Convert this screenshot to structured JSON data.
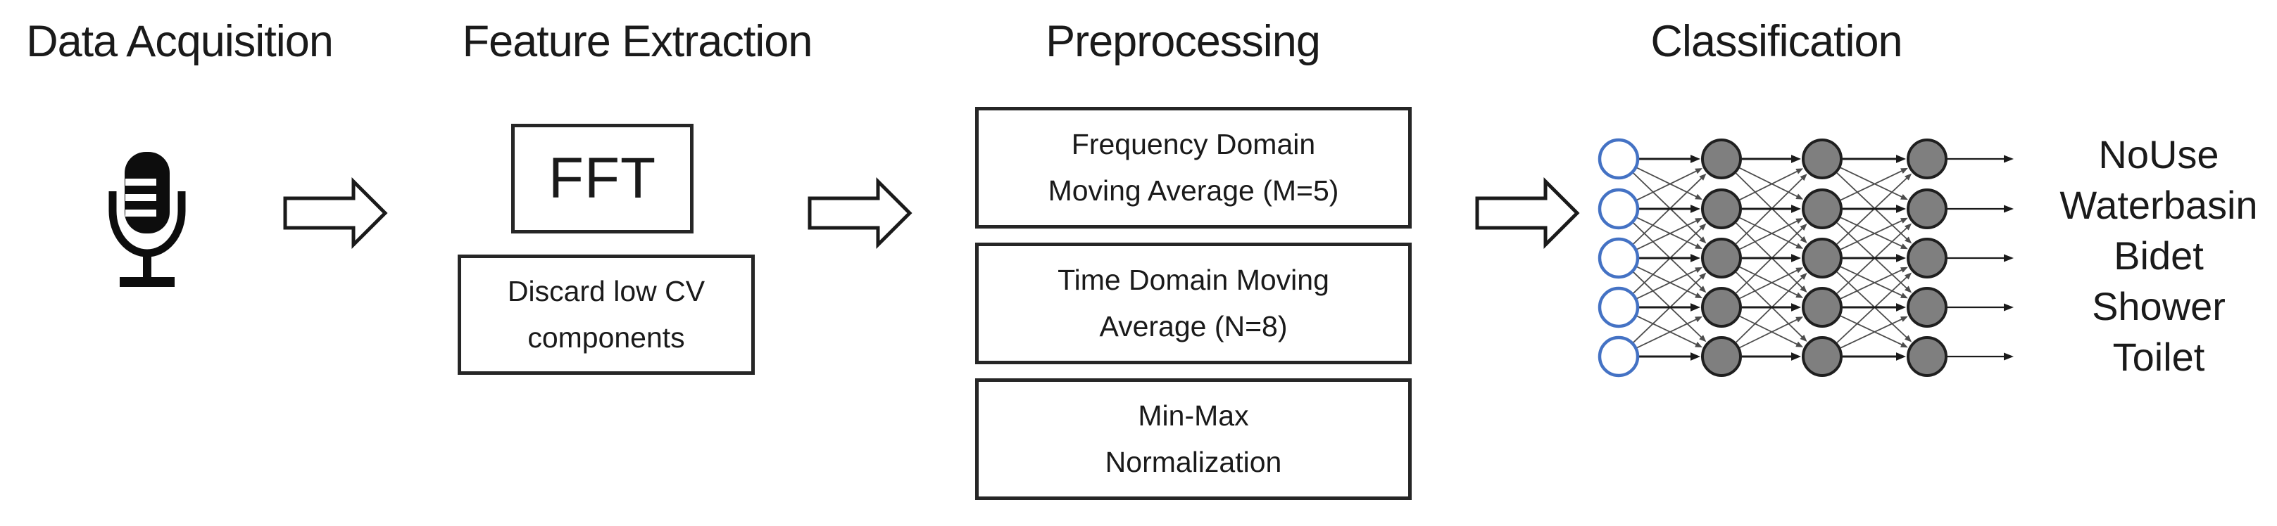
{
  "titles": {
    "data_acquisition": "Data Acquisition",
    "feature_extraction": "Feature Extraction",
    "preprocessing": "Preprocessing",
    "classification": "Classification"
  },
  "feature_extraction": {
    "fft_label": "FFT",
    "discard_line1": "Discard low CV",
    "discard_line2": "components"
  },
  "preprocessing": {
    "box1_line1": "Frequency Domain",
    "box1_line2": "Moving Average (M=5)",
    "box2_line1": "Time Domain Moving",
    "box2_line2": "Average (N=8)",
    "box3_line1": "Min-Max",
    "box3_line2": "Normalization"
  },
  "icons": {
    "microphone": "microphone-icon",
    "flow_arrow": "block-arrow-right-icon"
  },
  "network": {
    "input_nodes": 5,
    "hidden_layers": 3,
    "nodes_per_layer": 5,
    "outputs": [
      "NoUse",
      "Waterbasin",
      "Bidet",
      "Shower",
      "Toilet"
    ],
    "colors": {
      "input_node_fill": "#ffffff",
      "input_node_border": "#4472c4",
      "hidden_node_fill": "#7f7f7f",
      "hidden_node_border": "#1f1f1f",
      "same_row_edge": "#1a1a1a",
      "cross_edge": "#4c4c4c",
      "ink": "#0d0d0d"
    }
  }
}
